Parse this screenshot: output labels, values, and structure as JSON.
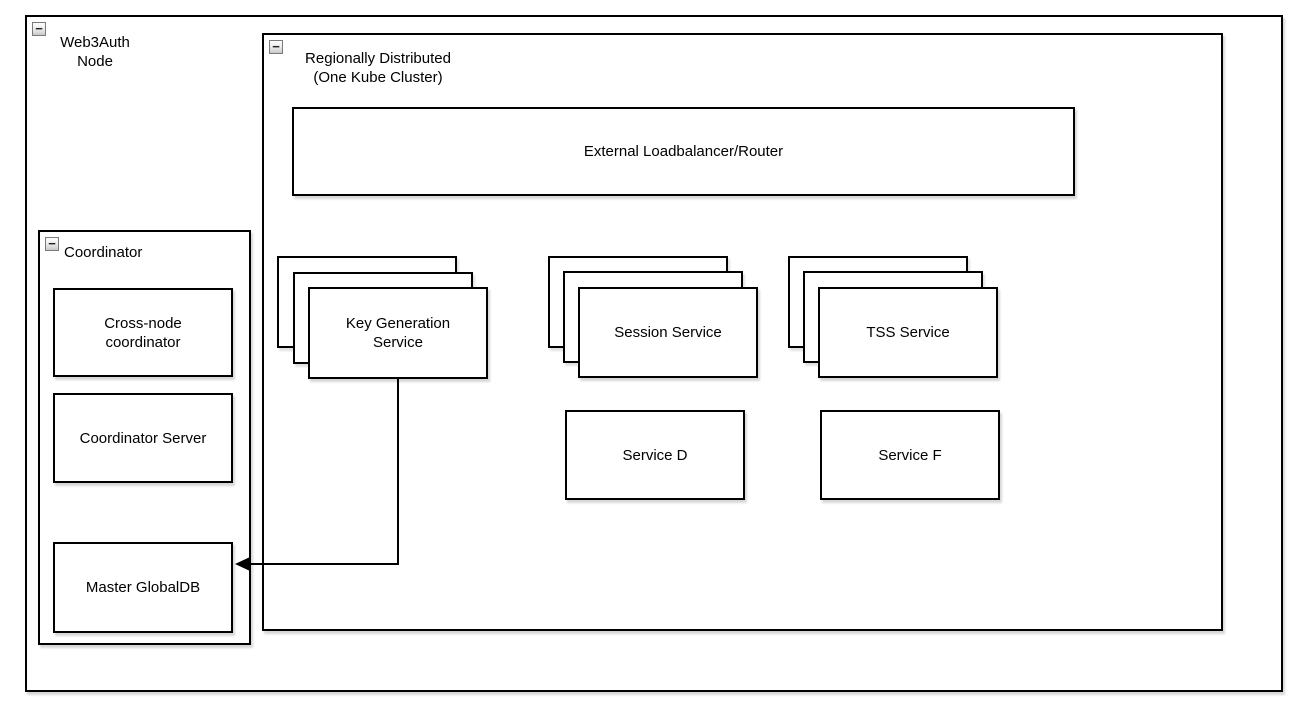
{
  "icons": {
    "collapse": "−"
  },
  "colors": {
    "stroke": "#000000",
    "fill": "#ffffff",
    "shadow": "rgba(0,0,0,0.16)"
  },
  "containers": {
    "web3auth": {
      "label": "Web3Auth\nNode"
    },
    "regional": {
      "label": "Regionally Distributed\n(One Kube Cluster)"
    },
    "coordinator": {
      "label": "Coordinator"
    }
  },
  "nodes": {
    "loadbalancer": {
      "label": "External Loadbalancer/Router"
    },
    "keygen": {
      "label": "Key Generation\nService",
      "stacked": true,
      "copies": 3
    },
    "session": {
      "label": "Session Service",
      "stacked": true,
      "copies": 3
    },
    "tss": {
      "label": "TSS Service",
      "stacked": true,
      "copies": 3
    },
    "service_d": {
      "label": "Service D"
    },
    "service_f": {
      "label": "Service F"
    },
    "cross_node": {
      "label": "Cross-node\ncoordinator"
    },
    "coordinator_server": {
      "label": "Coordinator Server"
    },
    "master_globaldb": {
      "label": "Master GlobalDB"
    }
  },
  "edges": [
    {
      "from": "Key Generation Service",
      "to": "Master GlobalDB",
      "style": "orthogonal",
      "arrow": "target"
    }
  ]
}
